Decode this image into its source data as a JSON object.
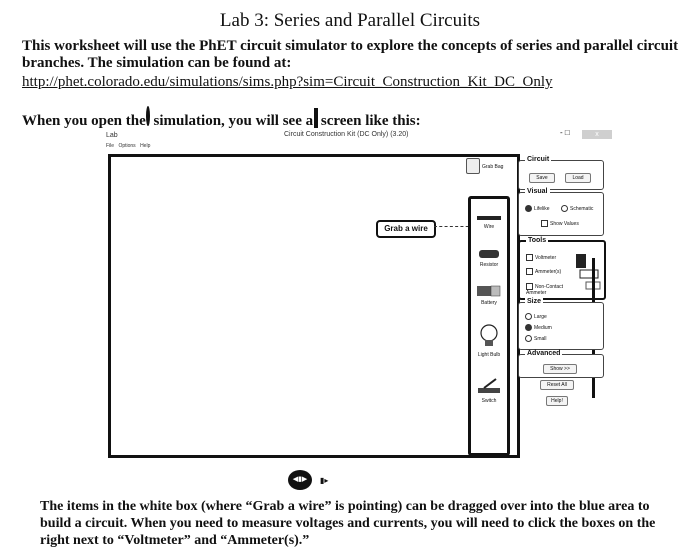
{
  "header": {
    "title": "Lab 3: Series and Parallel Circuits",
    "intro": "This worksheet will use the PhET circuit simulator to explore the concepts of series and parallel circuit branches. The simulation can be found at:",
    "url": "http://phet.colorado.edu/simulations/sims.php?sim=Circuit_Construction_Kit_DC_Only",
    "open_text_1": "When you open the",
    "open_word_sim": "simulation,",
    "open_text_2": "you will see a",
    "open_word_screen": "screen",
    "open_text_3": "like this:"
  },
  "screenshot": {
    "app_icon": "Lab",
    "menu": "File Options Help",
    "window_title": "Circuit Construction Kit (DC Only) (3.20)",
    "window_controls": "- □",
    "close_glyph": "x",
    "grab_bag": "Grab Bag",
    "callout": "Grab a wire",
    "tools": [
      {
        "label": "Wire",
        "icon": "wire-icon"
      },
      {
        "label": "Resistor",
        "icon": "resistor-icon"
      },
      {
        "label": "Battery",
        "icon": "battery-icon"
      },
      {
        "label": "Light Bulb",
        "icon": "light-bulb-icon"
      },
      {
        "label": "Switch",
        "icon": "switch-icon"
      }
    ],
    "circuit": {
      "legend": "Circuit",
      "save": "Save",
      "load": "Load"
    },
    "visual": {
      "legend": "Visual",
      "lifelike": "Lifelike",
      "schematic": "Schematic",
      "show_values": "Show Values"
    },
    "tools_panel": {
      "legend": "Tools",
      "voltmeter": "Voltmeter",
      "ammeter": "Ammeter(s)",
      "noncontact": "Non-Contact Ammeter"
    },
    "size": {
      "legend": "Size",
      "large": "Large",
      "medium": "Medium",
      "small": "Small"
    },
    "advanced": {
      "legend": "Advanced",
      "show": "Show >>",
      "reset": "Reset All",
      "help": "Help!"
    },
    "play_glyph": "◀▮▶",
    "step_glyph": "▮▸"
  },
  "footer": {
    "text": "The items in the white box (where “Grab a wire” is pointing) can be dragged over into the blue area to build a circuit. When you need to measure voltages and currents, you will need to click the boxes on the right next to “Voltmeter” and “Ammeter(s).”"
  }
}
